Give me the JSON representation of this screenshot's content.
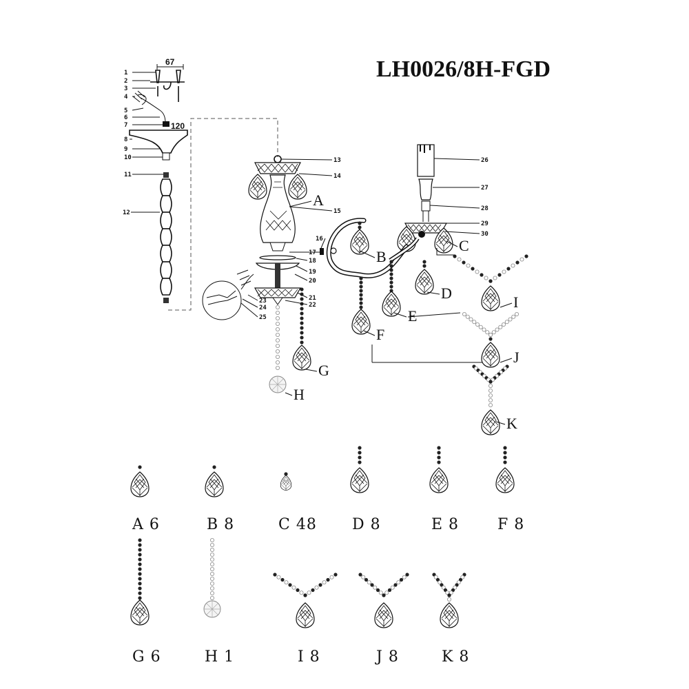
{
  "title": "LH0026/8H-FGD",
  "dimensions": {
    "top_width": "67",
    "canopy_height": "120"
  },
  "part_numbers": [
    "1",
    "2",
    "3",
    "4",
    "5",
    "6",
    "7",
    "8",
    "9",
    "10",
    "11",
    "12",
    "13",
    "14",
    "15",
    "16",
    "17",
    "18",
    "19",
    "20",
    "21",
    "22",
    "23",
    "24",
    "25",
    "26",
    "27",
    "28",
    "29",
    "30"
  ],
  "callout_letters": [
    "A",
    "B",
    "C",
    "D",
    "E",
    "F",
    "G",
    "H",
    "I",
    "J",
    "K"
  ],
  "crystal_legend": [
    {
      "letter": "A",
      "qty": "6"
    },
    {
      "letter": "B",
      "qty": "8"
    },
    {
      "letter": "C",
      "qty": "48"
    },
    {
      "letter": "D",
      "qty": "8"
    },
    {
      "letter": "E",
      "qty": "8"
    },
    {
      "letter": "F",
      "qty": "8"
    },
    {
      "letter": "G",
      "qty": "6"
    },
    {
      "letter": "H",
      "qty": "1"
    },
    {
      "letter": "I",
      "qty": "8"
    },
    {
      "letter": "J",
      "qty": "8"
    },
    {
      "letter": "K",
      "qty": "8"
    }
  ]
}
